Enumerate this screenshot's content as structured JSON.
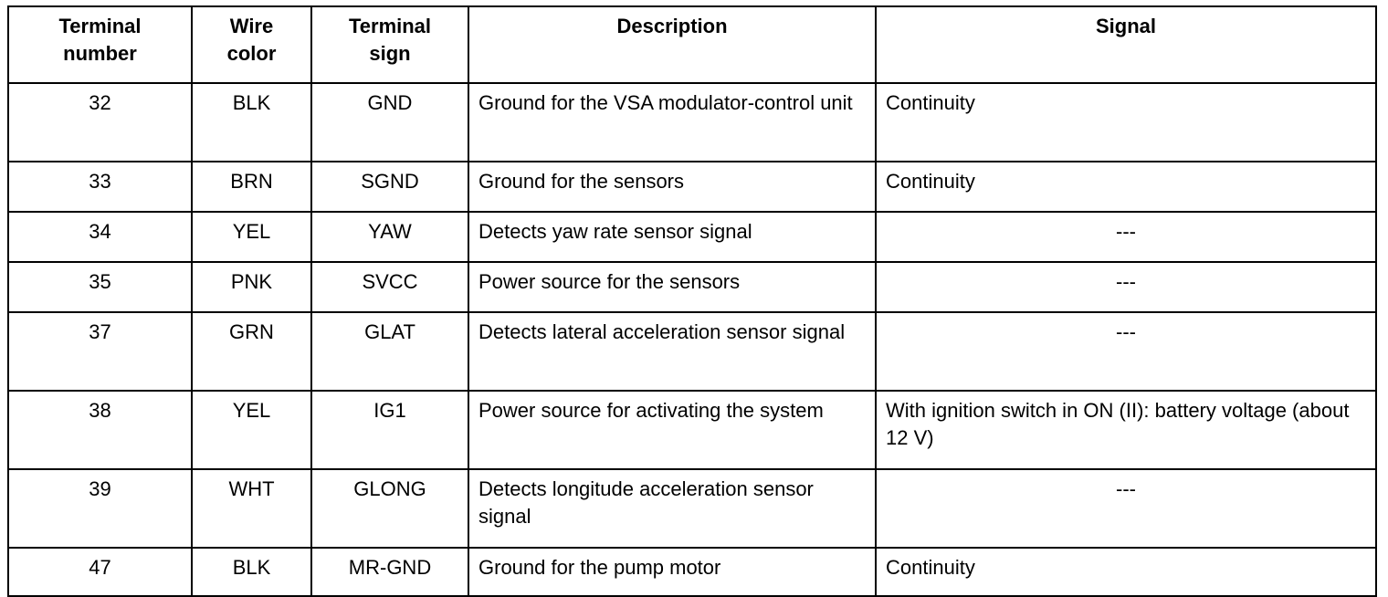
{
  "table": {
    "headers": [
      "Terminal\nnumber",
      "Wire\ncolor",
      "Terminal\nsign",
      "Description",
      "Signal"
    ],
    "rows": [
      {
        "number": "32",
        "color": "BLK",
        "sign": "GND",
        "description": "Ground for the VSA modulator-control unit",
        "signal": "Continuity"
      },
      {
        "number": "33",
        "color": "BRN",
        "sign": "SGND",
        "description": "Ground for the sensors",
        "signal": "Continuity"
      },
      {
        "number": "34",
        "color": "YEL",
        "sign": "YAW",
        "description": "Detects yaw rate sensor signal",
        "signal": "---"
      },
      {
        "number": "35",
        "color": "PNK",
        "sign": "SVCC",
        "description": "Power source for the sensors",
        "signal": "---"
      },
      {
        "number": "37",
        "color": "GRN",
        "sign": "GLAT",
        "description": "Detects lateral acceleration sensor signal",
        "signal": "---"
      },
      {
        "number": "38",
        "color": "YEL",
        "sign": "IG1",
        "description": "Power source for activating the system",
        "signal": "With ignition switch in ON (II): battery voltage (about 12 V)"
      },
      {
        "number": "39",
        "color": "WHT",
        "sign": "GLONG",
        "description": "Detects longitude acceleration sensor signal",
        "signal": "---"
      },
      {
        "number": "47",
        "color": "BLK",
        "sign": "MR-GND",
        "description": "Ground for the pump motor",
        "signal": "Continuity"
      }
    ]
  }
}
